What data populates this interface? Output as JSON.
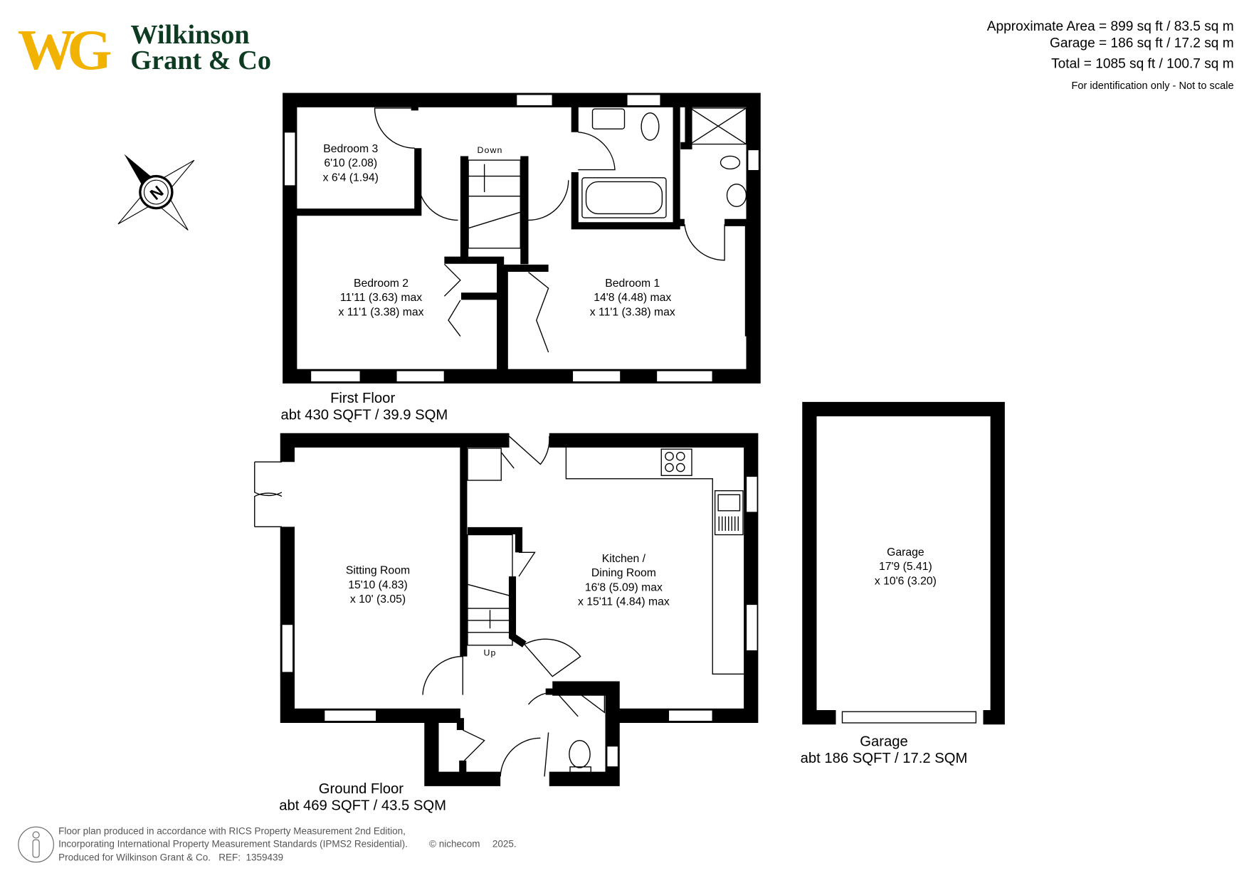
{
  "brand": {
    "monogram": "WG",
    "name_line1": "Wilkinson",
    "name_line2": "Grant & Co",
    "gold": "#f2b200",
    "green": "#0d3b22"
  },
  "areas": {
    "approx": "Approximate Area = 899 sq ft / 83.5 sq m",
    "garage": "Garage = 186 sq ft / 17.2 sq m",
    "total": "Total = 1085 sq ft / 100.7 sq m",
    "note": "For identification only - Not to scale"
  },
  "compass": {
    "label": "N",
    "icon": "compass-icon"
  },
  "first_floor": {
    "title": "First Floor",
    "area": "abt 430 SQFT / 39.9 SQM",
    "stairs": "Down",
    "rooms": [
      {
        "name": "Bedroom 3",
        "dim1": "6'10 (2.08)",
        "dim2": "x 6'4 (1.94)"
      },
      {
        "name": "Bedroom 2",
        "dim1": "11'11 (3.63) max",
        "dim2": "x 11'1 (3.38) max"
      },
      {
        "name": "Bedroom 1",
        "dim1": "14'8 (4.48) max",
        "dim2": "x 11'1 (3.38) max"
      }
    ]
  },
  "ground_floor": {
    "title": "Ground Floor",
    "area": "abt 469 SQFT / 43.5 SQM",
    "stairs": "Up",
    "rooms": [
      {
        "name": "Sitting Room",
        "dim1": "15'10 (4.83)",
        "dim2": "x 10' (3.05)"
      },
      {
        "name": "Kitchen /",
        "name2": "Dining Room",
        "dim1": "16'8 (5.09) max",
        "dim2": "x 15'11 (4.84) max"
      }
    ]
  },
  "garage": {
    "title": "Garage",
    "area": "abt 186 SQFT / 17.2 SQM",
    "room": {
      "name": "Garage",
      "dim1": "17'9 (5.41)",
      "dim2": "x 10'6 (3.20)"
    }
  },
  "footer": {
    "line1": "Floor plan produced in accordance with RICS Property Measurement 2nd Edition,",
    "line2": "Incorporating International Property Measurement Standards (IPMS2 Residential).",
    "copyright": "© nichecom",
    "year": "2025.",
    "line3": "Produced for Wilkinson Grant & Co.   REF:  1359439"
  }
}
